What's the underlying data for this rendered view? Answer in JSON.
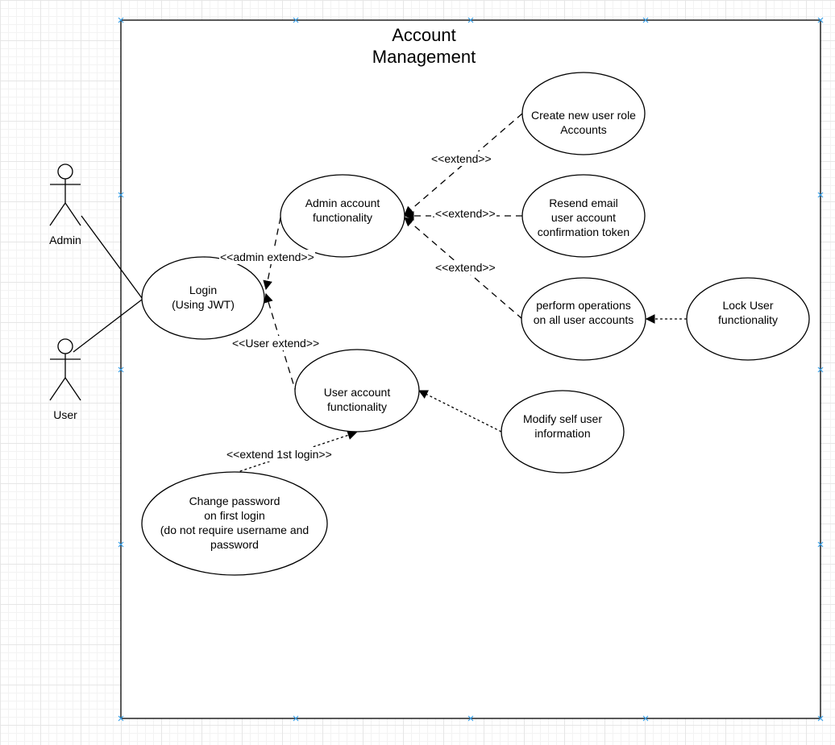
{
  "diagram": {
    "title": "Account\nManagement",
    "actors": {
      "admin": "Admin",
      "user": "User"
    },
    "use_cases": {
      "login": "Login\n(Using JWT)",
      "admin_account": "Admin account\nfunctionality",
      "user_account": "User account\nfunctionality",
      "create_role": "Create new user role\nAccounts",
      "resend_email": "Resend email\nuser account\nconfirmation token",
      "perform_ops": "perform operations\non all user accounts",
      "lock_user": "Lock User\nfunctionality",
      "modify_self": "Modify self user\ninformation",
      "change_password": "Change password\non first login\n(do not require username and\npassword"
    },
    "relations": {
      "admin_extend": "<<admin extend>>",
      "user_extend": "<<User extend>>",
      "extend_create": "<<extend>>",
      "extend_resend": ".<<extend>>",
      "extend_perform": "<<extend>>",
      "extend_first_login": "<<extend 1st login>>"
    },
    "colors": {
      "line": "#000000",
      "grid": "#e6e6e6",
      "selection_handle": "#3aa0e8"
    }
  }
}
